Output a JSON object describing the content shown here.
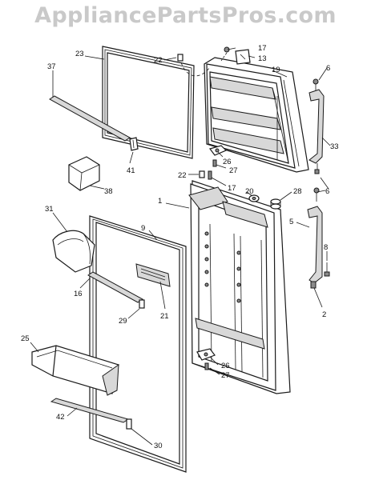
{
  "watermark": "AppliancePartsPros.com",
  "callouts": [
    {
      "id": "c17a",
      "text": "17"
    },
    {
      "id": "c13",
      "text": "13"
    },
    {
      "id": "c23",
      "text": "23"
    },
    {
      "id": "c22a",
      "text": "22"
    },
    {
      "id": "c37",
      "text": "37"
    },
    {
      "id": "c19",
      "text": "19"
    },
    {
      "id": "c6a",
      "text": "6"
    },
    {
      "id": "c26a",
      "text": "26"
    },
    {
      "id": "c27a",
      "text": "27"
    },
    {
      "id": "c33",
      "text": "33"
    },
    {
      "id": "c41",
      "text": "41"
    },
    {
      "id": "c38",
      "text": "38"
    },
    {
      "id": "c22b",
      "text": "22"
    },
    {
      "id": "c17b",
      "text": "17"
    },
    {
      "id": "c6b",
      "text": "6"
    },
    {
      "id": "c1",
      "text": "1"
    },
    {
      "id": "c20",
      "text": "20"
    },
    {
      "id": "c28",
      "text": "28"
    },
    {
      "id": "c31",
      "text": "31"
    },
    {
      "id": "c9",
      "text": "9"
    },
    {
      "id": "c5",
      "text": "5"
    },
    {
      "id": "c8",
      "text": "8"
    },
    {
      "id": "c16",
      "text": "16"
    },
    {
      "id": "c21",
      "text": "21"
    },
    {
      "id": "c29",
      "text": "29"
    },
    {
      "id": "c2",
      "text": "2"
    },
    {
      "id": "c25",
      "text": "25"
    },
    {
      "id": "c26b",
      "text": "26"
    },
    {
      "id": "c27b",
      "text": "27"
    },
    {
      "id": "c42",
      "text": "42"
    },
    {
      "id": "c30",
      "text": "30"
    }
  ]
}
